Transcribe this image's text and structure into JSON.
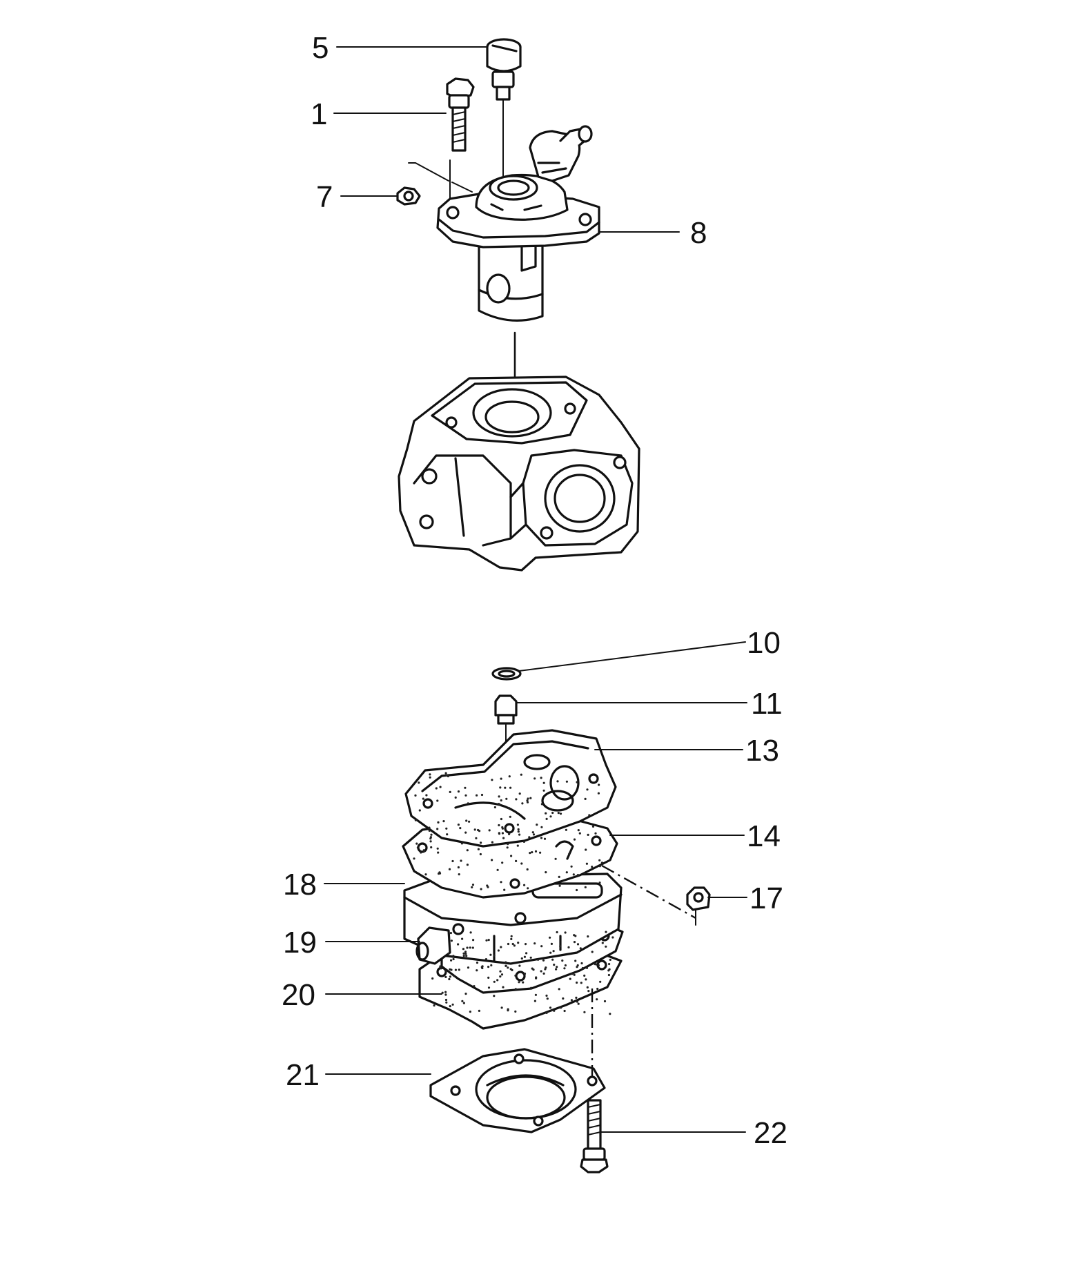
{
  "labels": {
    "l1": "1",
    "l5": "5",
    "l7": "7",
    "l8": "8",
    "l10": "10",
    "l11": "11",
    "l13": "13",
    "l14": "14",
    "l17": "17",
    "l18": "18",
    "l19": "19",
    "l20": "20",
    "l21": "21",
    "l22": "22"
  },
  "colors": {
    "ink": "#111111",
    "paper": "#ffffff"
  }
}
